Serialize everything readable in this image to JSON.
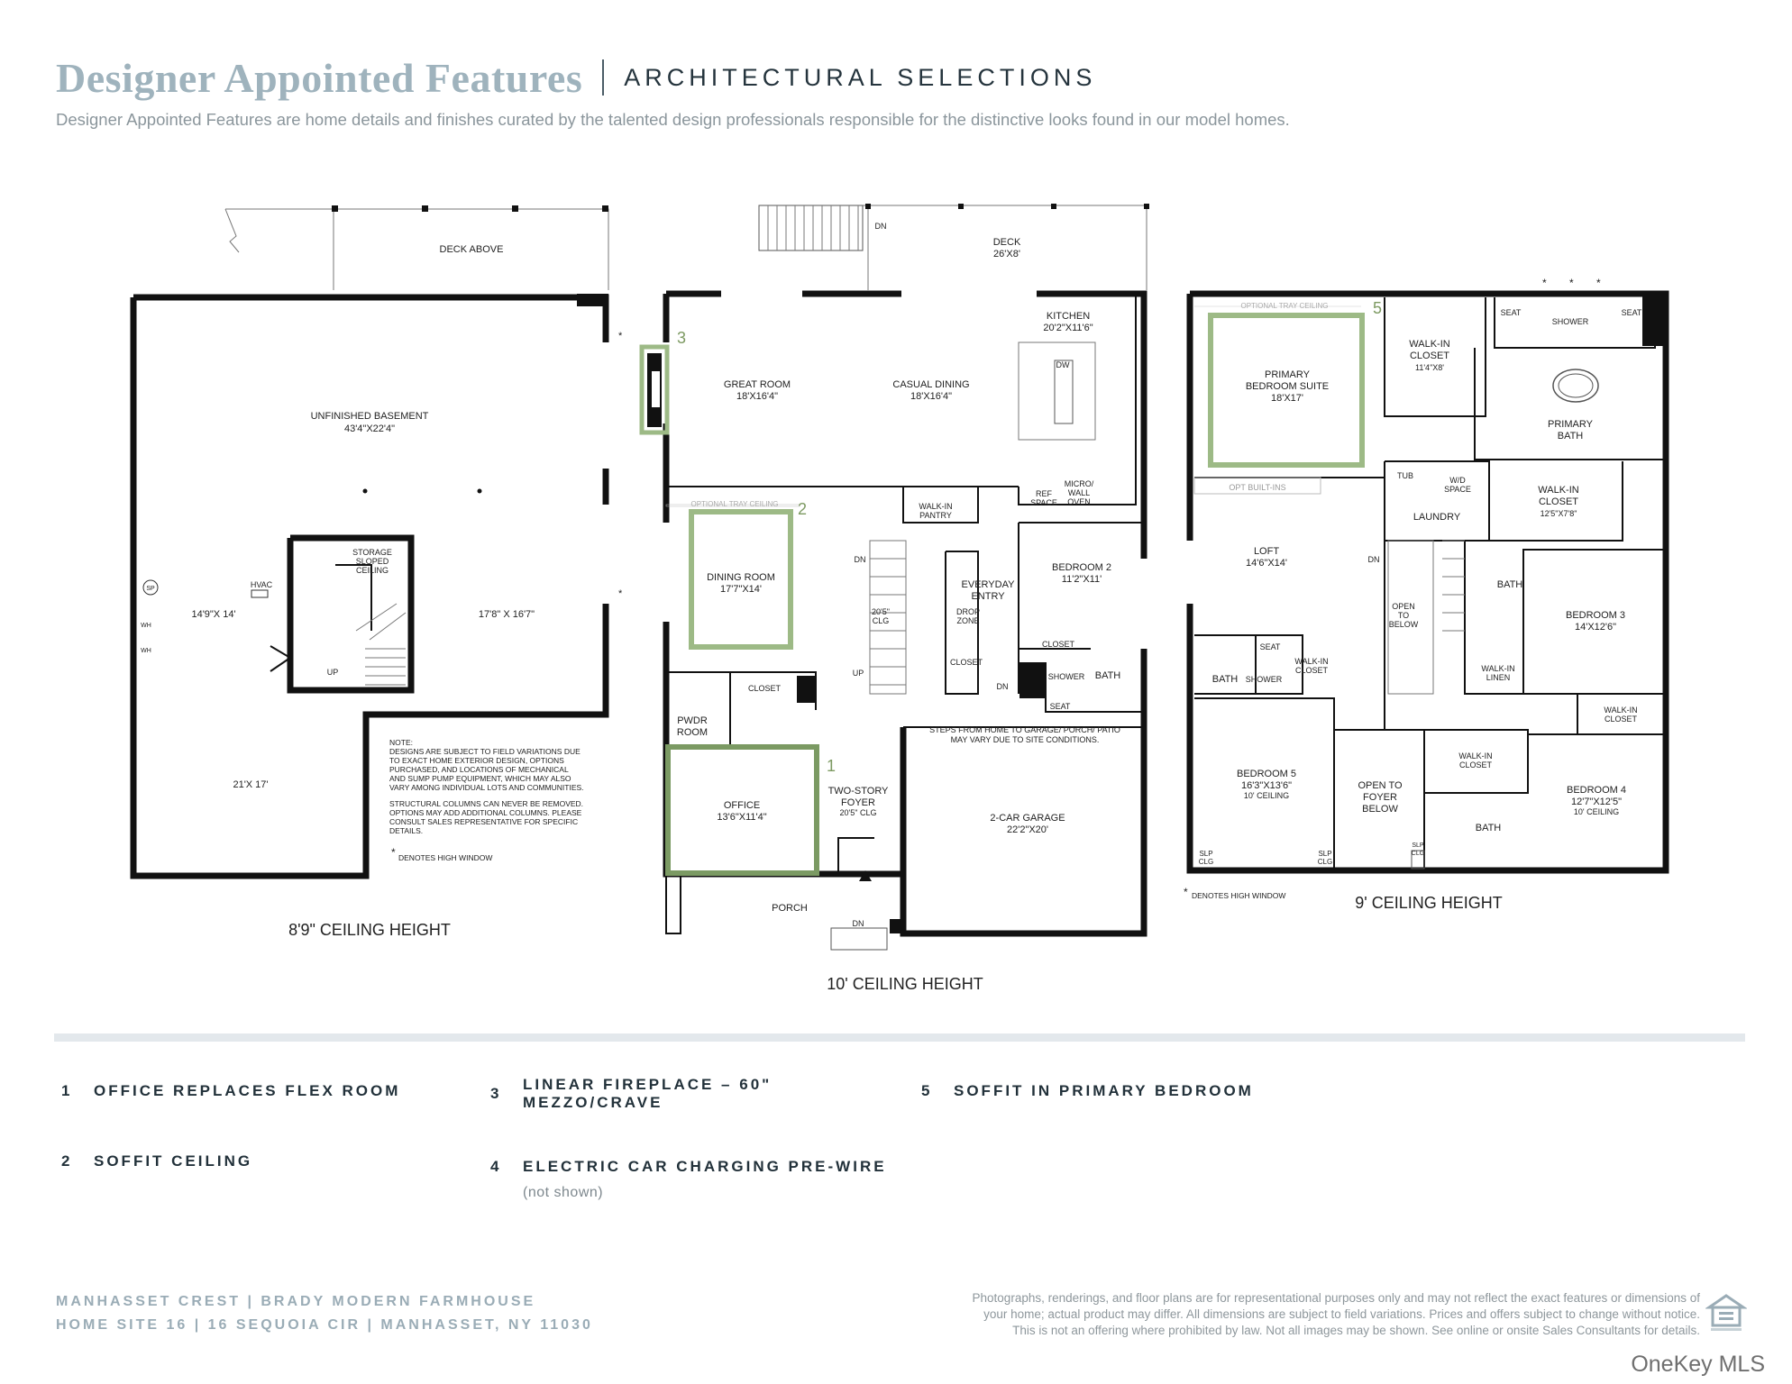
{
  "header": {
    "title": "Designer Appointed Features",
    "subtitle": "ARCHITECTURAL SELECTIONS",
    "description": "Designer Appointed Features are home details and finishes curated by the talented design professionals responsible for the distinctive looks found in our model homes."
  },
  "basement": {
    "deck_above": "DECK ABOVE",
    "main_room": "UNFINISHED BASEMENT",
    "main_dim": "43'4\"X22'4\"",
    "left_dim": "14'9\"X 14'",
    "right_dim": "17'8\" X 16'7\"",
    "lower_dim": "21'X 17'",
    "storage": [
      "STORAGE",
      "SLOPED",
      "CEILING"
    ],
    "hvac": "HVAC",
    "sp": "SP",
    "wh1": "WH",
    "wh2": "WH",
    "up": "UP",
    "notes": [
      "NOTE:",
      "DESIGNS ARE SUBJECT TO FIELD VARIATIONS DUE",
      "TO EXACT HOME EXTERIOR DESIGN, OPTIONS",
      "PURCHASED, AND LOCATIONS OF MECHANICAL",
      "AND SUMP PUMP EQUIPMENT, WHICH MAY ALSO",
      "VARY AMONG INDIVIDUAL LOTS AND COMMUNITIES.",
      "",
      "STRUCTURAL COLUMNS CAN NEVER BE REMOVED.",
      "OPTIONS MAY ADD ADDITIONAL COLUMNS. PLEASE",
      "CONSULT SALES REPRESENTATIVE FOR SPECIFIC",
      "DETAILS."
    ],
    "high_window": "DENOTES HIGH WINDOW",
    "ceiling": "8'9\" CEILING HEIGHT"
  },
  "first_floor": {
    "deck": "DECK",
    "deck_dim": "26'X8'",
    "dn_top": "DN",
    "kitchen": "KITCHEN",
    "kitchen_dim": "20'2\"X11'6\"",
    "great_room": "GREAT ROOM",
    "great_dim": "18'X16'4\"",
    "casual_dining": "CASUAL DINING",
    "casual_dim": "18'X16'4\"",
    "dw": "DW",
    "ref": [
      "REF",
      "SPACE"
    ],
    "micro": [
      "MICRO/",
      "WALL",
      "OVEN"
    ],
    "pantry": [
      "WALK-IN",
      "PANTRY"
    ],
    "tray": "OPTIONAL TRAY CEILING",
    "dining": "DINING ROOM",
    "dining_dim": "17'7\"X14'",
    "dn_stair": "DN",
    "clg": [
      "20'5\"",
      "CLG"
    ],
    "up_stair": "UP",
    "everyday": [
      "EVERYDAY",
      "ENTRY"
    ],
    "drop": [
      "DROP",
      "ZONE"
    ],
    "closet_entry": "CLOSET",
    "bedroom2": "BEDROOM 2",
    "bedroom2_dim": "11'2\"X11'",
    "closet_bed2": "CLOSET",
    "shower": "SHOWER",
    "bath": "BATH",
    "seat": "SEAT",
    "dn_garage": "DN",
    "closet_pwdr": "CLOSET",
    "pwdr": [
      "PWDR",
      "ROOM"
    ],
    "office": "OFFICE",
    "office_dim": "13'6\"X11'4\"",
    "foyer": [
      "TWO-STORY",
      "FOYER"
    ],
    "foyer_clg": "20'5\" CLG",
    "steps_note": [
      "STEPS FROM HOME TO GARAGE/ PORCH/ PATIO",
      "MAY VARY DUE TO SITE CONDITIONS."
    ],
    "garage": "2-CAR GARAGE",
    "garage_dim": "22'2\"X20'",
    "porch": "PORCH",
    "dn_porch": "DN",
    "ceiling": "10' CEILING HEIGHT"
  },
  "second_floor": {
    "tray": "OPTIONAL TRAY CEILING",
    "primary_suite": [
      "PRIMARY",
      "BEDROOM SUITE"
    ],
    "primary_dim": "18'X17'",
    "walkin_closet1": [
      "WALK-IN",
      "CLOSET"
    ],
    "walkin1_dim": "11'4\"X8'",
    "seat_l": "SEAT",
    "shower": "SHOWER",
    "seat_r": "SEAT",
    "primary_bath": [
      "PRIMARY",
      "BATH"
    ],
    "tub": "TUB",
    "wd": [
      "W/D",
      "SPACE"
    ],
    "laundry": "LAUNDRY",
    "walkin_closet2": [
      "WALK-IN",
      "CLOSET"
    ],
    "walkin2_dim": "12'5\"X7'8\"",
    "opt_builtins": "OPT BUILT-INS",
    "loft": "LOFT",
    "loft_dim": "14'6\"X14'",
    "dn": "DN",
    "open_below": [
      "OPEN",
      "TO",
      "BELOW"
    ],
    "bath_upper": "BATH",
    "bedroom3": "BEDROOM 3",
    "bedroom3_dim": "14'X12'6\"",
    "walkin_linen": [
      "WALK-IN",
      "LINEN"
    ],
    "walkin_closet_b3": [
      "WALK-IN",
      "CLOSET"
    ],
    "bath_left": "BATH",
    "seat_left": "SEAT",
    "shower_left": "SHOWER",
    "walkin_closet_b5": [
      "WALK-IN",
      "CLOSET"
    ],
    "bedroom5": "BEDROOM 5",
    "bedroom5_dim": "16'3\"X13'6\"",
    "bedroom5_clg": "10' CEILING",
    "open_foyer": [
      "OPEN TO",
      "FOYER",
      "BELOW"
    ],
    "walkin_closet_b4": [
      "WALK-IN",
      "CLOSET"
    ],
    "bath_lower": "BATH",
    "bedroom4": "BEDROOM 4",
    "bedroom4_dim": "12'7\"X12'5\"",
    "bedroom4_clg": "10' CEILING",
    "slp1": [
      "SLP",
      "CLG"
    ],
    "slp2": [
      "SLP",
      "CLG"
    ],
    "slp3": [
      "SLP",
      "CLG"
    ],
    "high_window": "DENOTES HIGH WINDOW",
    "ceiling": "9' CEILING HEIGHT"
  },
  "markers": [
    "1",
    "2",
    "3",
    "5"
  ],
  "features": [
    {
      "num": "1",
      "label": "OFFICE REPLACES FLEX ROOM"
    },
    {
      "num": "2",
      "label": "SOFFIT CEILING"
    },
    {
      "num": "3",
      "label": "LINEAR FIREPLACE – 60\"",
      "label2": "MEZZO/CRAVE"
    },
    {
      "num": "4",
      "label": "ELECTRIC CAR CHARGING PRE-WIRE",
      "note": "(not shown)"
    },
    {
      "num": "5",
      "label": "SOFFIT IN PRIMARY BEDROOM"
    }
  ],
  "footer": {
    "line1": "MANHASSET CREST  |  BRADY MODERN FARMHOUSE",
    "line2": "HOME SITE 16  |  16 SEQUOIA CIR  |  MANHASSET, NY 11030",
    "disclaimer": [
      "Photographs, renderings, and floor plans are for representational purposes only and may not reflect the exact features or dimensions of",
      "your home; actual product may differ. All dimensions are subject to field variations. Prices and offers subject to change without notice.",
      "This is not an offering where prohibited by law. Not all images may be shown. See online or onsite Sales Consultants for details."
    ],
    "watermark": "OneKey MLS"
  },
  "colors": {
    "highlight": "#9dba86",
    "wall": "#111111",
    "title": "#9fb3bd"
  }
}
